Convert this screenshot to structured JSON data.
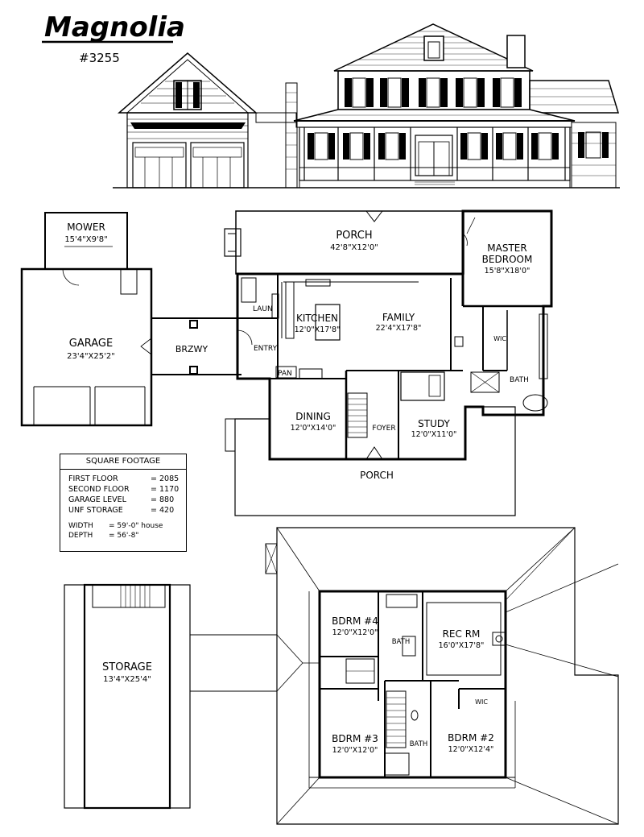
{
  "plan": {
    "title": "Magnolia",
    "number": "#3255"
  },
  "square_footage": {
    "heading": "SQUARE FOOTAGE",
    "rows": [
      {
        "label": "FIRST FLOOR",
        "value": "= 2085"
      },
      {
        "label": "SECOND FLOOR",
        "value": "= 1170"
      },
      {
        "label": "GARAGE LEVEL",
        "value": "= 880"
      },
      {
        "label": "UNF STORAGE",
        "value": "= 420"
      }
    ],
    "width_label": "WIDTH",
    "width_value": "= 59'-0\" house",
    "depth_label": "DEPTH",
    "depth_value": "= 56'-8\""
  },
  "first_floor": {
    "porch_back": {
      "name": "PORCH",
      "size": "42'8\"X12'0\""
    },
    "mower": {
      "name": "MOWER",
      "size": "15'4\"X9'8\""
    },
    "garage": {
      "name": "GARAGE",
      "size": "23'4\"X25'2\""
    },
    "breezeway": "BRZWY",
    "laundry": "LAUN",
    "entry": "ENTRY",
    "pantry": "PAN",
    "kitchen": {
      "name": "KITCHEN",
      "size": "12'0\"X17'8\""
    },
    "family": {
      "name": "FAMILY",
      "size": "22'4\"X17'8\""
    },
    "master": {
      "name1": "MASTER",
      "name2": "BEDROOM",
      "size": "15'8\"X18'0\""
    },
    "wic": "WIC",
    "bath": "BATH",
    "dining": {
      "name": "DINING",
      "size": "12'0\"X14'0\""
    },
    "foyer": "FOYER",
    "study": {
      "name": "STUDY",
      "size": "12'0\"X11'0\""
    },
    "porch_front": "PORCH"
  },
  "storage": {
    "name": "STORAGE",
    "size": "13'4\"X25'4\""
  },
  "second_floor": {
    "bdrm4": {
      "name": "BDRM #4",
      "size": "12'0\"X12'0\""
    },
    "bath_upper": "BATH",
    "rec": {
      "name": "REC RM",
      "size": "16'0\"X17'8\""
    },
    "wic": "WIC",
    "bdrm3": {
      "name": "BDRM #3",
      "size": "12'0\"X12'0\""
    },
    "bath_lower": "BATH",
    "bdrm2": {
      "name": "BDRM #2",
      "size": "12'0\"X12'4\""
    }
  }
}
